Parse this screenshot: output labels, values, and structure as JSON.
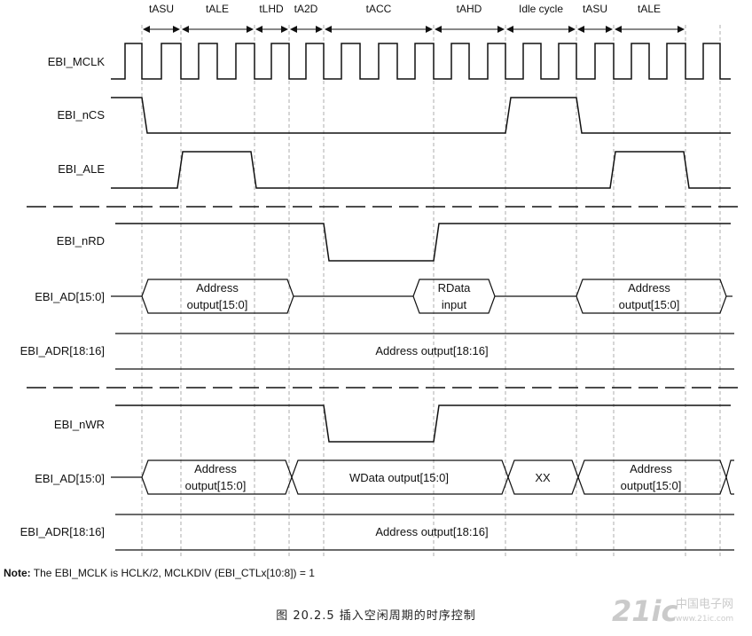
{
  "timing_labels": [
    "tASU",
    "tALE",
    "tLHD",
    "tA2D",
    "tACC",
    "tAHD",
    "Idle cycle",
    "tASU",
    "tALE"
  ],
  "signals": {
    "mclk": "EBI_MCLK",
    "ncs": "EBI_nCS",
    "ale": "EBI_ALE",
    "nrd": "EBI_nRD",
    "ad_read": "EBI_AD[15:0]",
    "adr_read": "EBI_ADR[18:16]",
    "nwr": "EBI_nWR",
    "ad_write": "EBI_AD[15:0]",
    "adr_write": "EBI_ADR[18:16]"
  },
  "read_bus": {
    "addr_line1": "Address",
    "addr_line2": "output[15:0]",
    "rdata_line1": "RData",
    "rdata_line2": "input",
    "addr2_line1": "Address",
    "addr2_line2": "output[15:0]",
    "adr": "Address output[18:16]"
  },
  "write_bus": {
    "addr_line1": "Address",
    "addr_line2": "output[15:0]",
    "wdata": "WData output[15:0]",
    "xx": "XX",
    "addr2_line1": "Address",
    "addr2_line2": "output[15:0]",
    "adr": "Address output[18:16]"
  },
  "note": {
    "prefix": "Note:",
    "text": " The EBI_MCLK is HCLK/2, MCLKDIV (EBI_CTLx[10:8]) = 1"
  },
  "caption": "图 20.2.5  插入空闲周期的时序控制",
  "watermark": {
    "big": "21ic",
    "small_line1": "中国电子网",
    "small_line2": "www.21ic.com"
  }
}
